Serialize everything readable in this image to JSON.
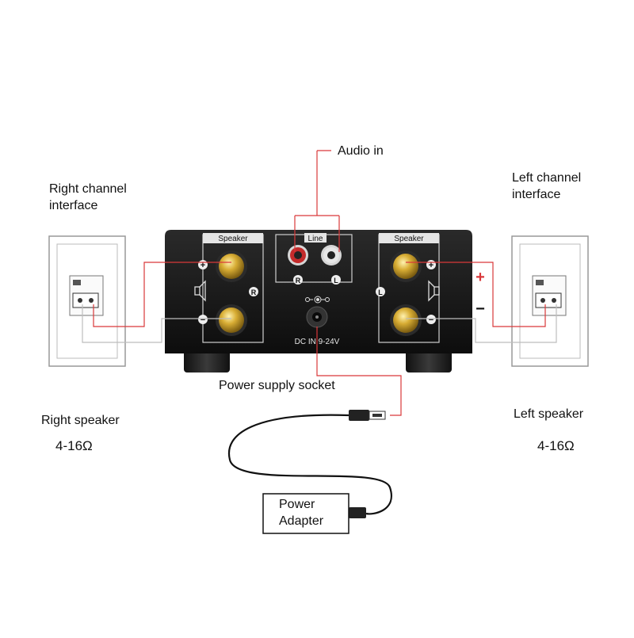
{
  "labels": {
    "audio_in": "Audio in",
    "right_channel_interface": "Right channel\ninterface",
    "left_channel_interface": "Left channel\ninterface",
    "power_supply_socket": "Power supply socket",
    "right_speaker": "Right speaker",
    "left_speaker": "Left speaker",
    "right_impedance": "4-16Ω",
    "left_impedance": "4-16Ω",
    "power_adapter": "Power\nAdapter"
  },
  "amplifier": {
    "speaker_left_panel": "Speaker",
    "speaker_right_panel": "Speaker",
    "line_panel": "Line",
    "rca_r": "R",
    "rca_l": "L",
    "channel_r": "R",
    "channel_l": "L",
    "dc_in": "DC IN 9-24V",
    "plus": "+",
    "minus": "−"
  },
  "polarity": {
    "plus": "+",
    "minus": "−"
  },
  "colors": {
    "wire_red": "#d9383a",
    "wire_grey": "#bdbdbd",
    "amp_body": "#1a1a1a",
    "terminal_gold": "#c9a227",
    "panel_line": "#cfcfcf"
  },
  "icons": [
    "speaker-cabinet-icon",
    "binding-post-icon",
    "rca-jack-icon",
    "dc-socket-icon",
    "usb-plug-icon",
    "speaker-symbol-icon"
  ]
}
